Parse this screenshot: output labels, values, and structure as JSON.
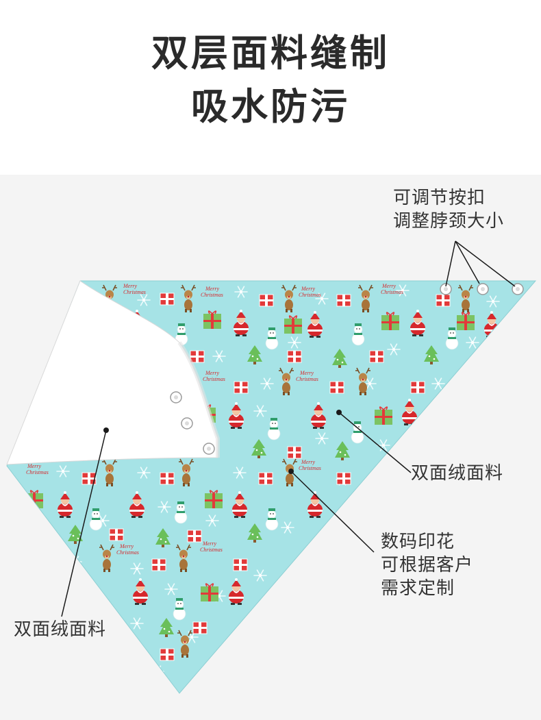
{
  "headline": {
    "line1": "双层面料缝制",
    "line2": "吸水防污"
  },
  "callouts": {
    "buttons": [
      "可调节按扣",
      "调整脖颈大小"
    ],
    "fabric_right": "双面绒面料",
    "print": [
      "数码印花",
      "可根据客户",
      "需求定制"
    ],
    "fabric_left": "双面绒面料"
  },
  "pattern_text": {
    "merry": "Merry",
    "christmas": "Christmas"
  },
  "colors": {
    "fabric_blue": "#a6e3e6",
    "backing_white": "#ffffff",
    "text_dark": "#2a2a2a",
    "santa_red": "#d6282c",
    "tree_green": "#6abf5a",
    "reindeer_brown": "#a8743a",
    "snowflake": "#e8f8fa"
  },
  "icons": [
    "santa-icon",
    "reindeer-icon",
    "gift-icon",
    "tree-icon",
    "snowman-icon",
    "snowflake-icon",
    "snap-button-icon"
  ]
}
